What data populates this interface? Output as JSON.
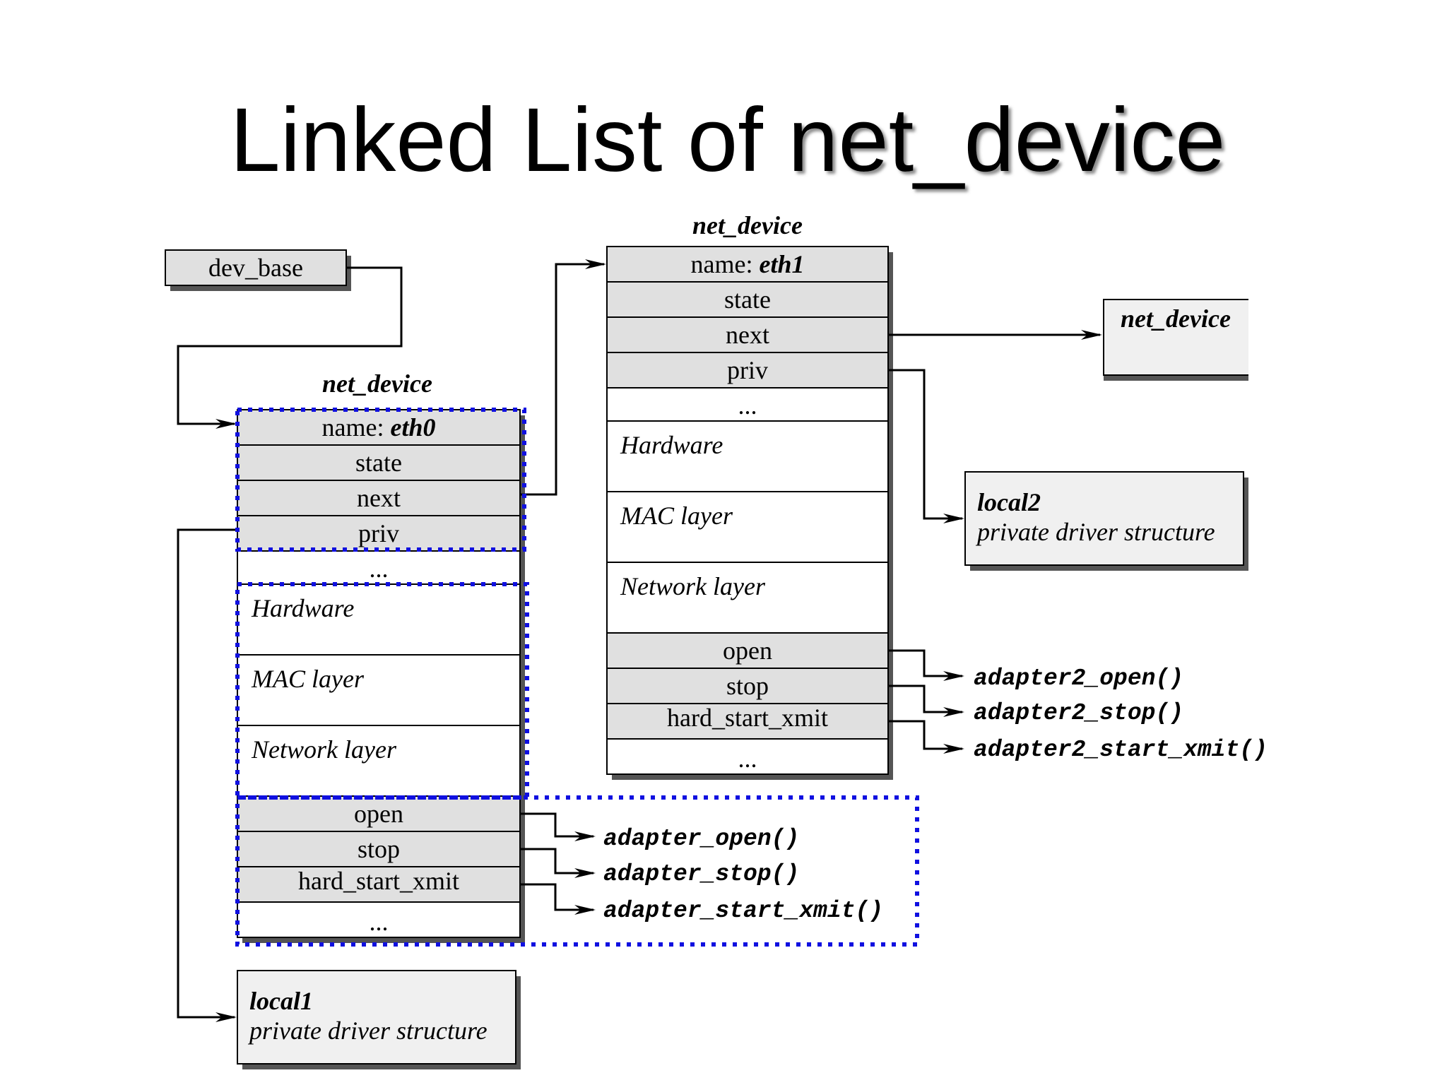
{
  "slide": {
    "title_prefix": "Linked List of ",
    "title_code": "net_device"
  },
  "dev_base": {
    "label": "dev_base"
  },
  "struct_label": "net_device",
  "dev0": {
    "title": "net_device",
    "name_label": "name: ",
    "name_value": "eth0",
    "fields": {
      "state": "state",
      "next": "next",
      "priv": "priv",
      "ellipsis1": "...",
      "hardware": "Hardware",
      "mac": "MAC layer",
      "network": "Network layer",
      "open": "open",
      "stop": "stop",
      "xmit": "hard_start_xmit",
      "ellipsis2": "..."
    },
    "funcs": {
      "open": "adapter_open()",
      "stop": "adapter_stop()",
      "xmit": "adapter_start_xmit()"
    }
  },
  "dev1": {
    "title": "net_device",
    "name_label": "name: ",
    "name_value": "eth1",
    "fields": {
      "state": "state",
      "next": "next",
      "priv": "priv",
      "ellipsis1": "...",
      "hardware": "Hardware",
      "mac": "MAC layer",
      "network": "Network layer",
      "open": "open",
      "stop": "stop",
      "xmit": "hard_start_xmit",
      "ellipsis2": "..."
    },
    "funcs": {
      "open": "adapter2_open()",
      "stop": "adapter2_stop()",
      "xmit": "adapter2_start_xmit()"
    }
  },
  "next_dev": {
    "label": "net_device"
  },
  "local1": {
    "name": "local1",
    "desc": "private driver structure"
  },
  "local2": {
    "name": "local2",
    "desc": "private driver structure"
  },
  "colors": {
    "gray_cell": "#e0e0e0",
    "shadow": "#555555",
    "highlight_blue": "#1010e0",
    "line": "#000000"
  }
}
